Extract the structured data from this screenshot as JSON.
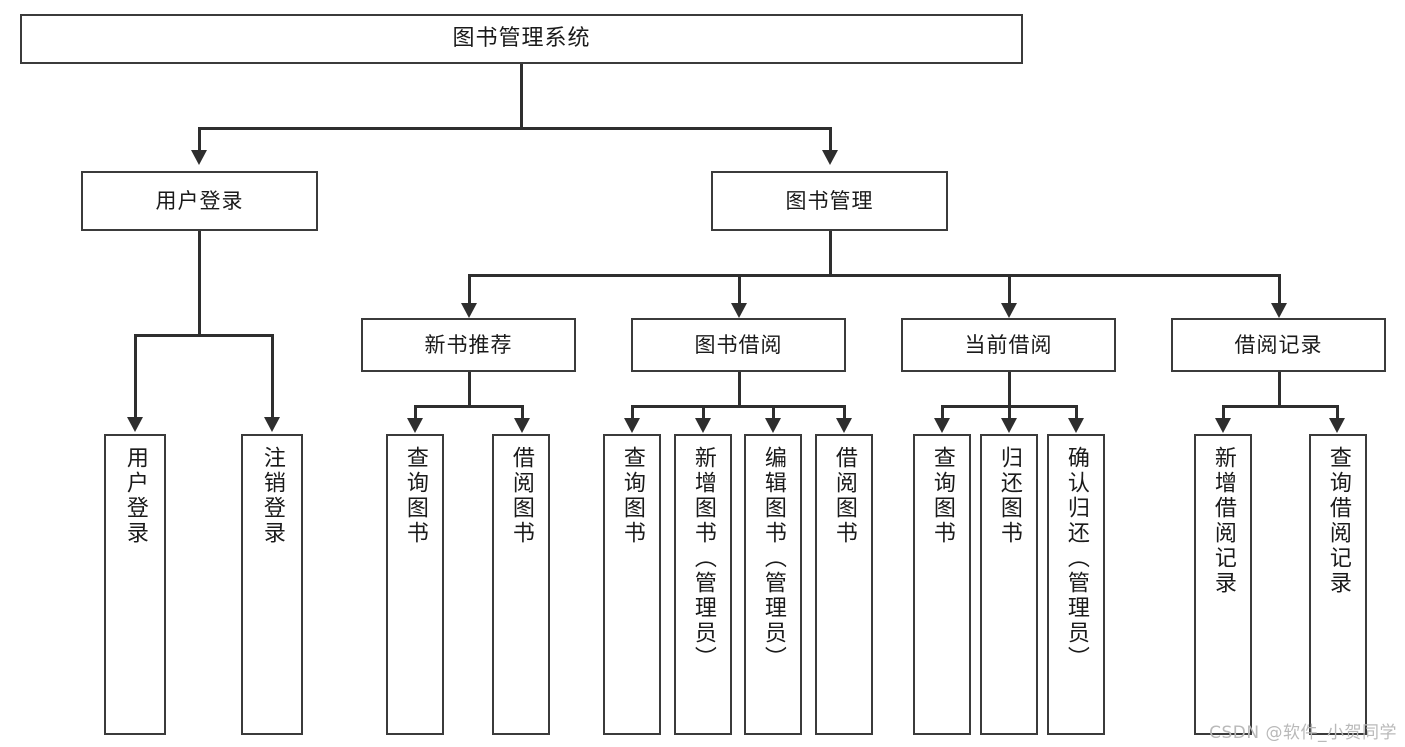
{
  "diagram": {
    "type": "tree",
    "title": "图书管理系统",
    "orientation": "top-down",
    "colors": {
      "background": "#ffffff",
      "box_border": "#3b3b3b",
      "connector": "#2e2e2e",
      "text": "#1a1a1a",
      "watermark": "#b9b9b9"
    }
  },
  "root": {
    "label": "图书管理系统"
  },
  "level2": [
    {
      "id": "user-login",
      "label": "用户登录"
    },
    {
      "id": "book-management",
      "label": "图书管理"
    }
  ],
  "level3": [
    {
      "id": "new-book-recommend",
      "label": "新书推荐",
      "parent": "book-management"
    },
    {
      "id": "book-borrow",
      "label": "图书借阅",
      "parent": "book-management"
    },
    {
      "id": "current-borrow",
      "label": "当前借阅",
      "parent": "book-management"
    },
    {
      "id": "borrow-record",
      "label": "借阅记录",
      "parent": "book-management"
    }
  ],
  "leaves": {
    "user_login": [
      {
        "id": "leaf-user-login",
        "label": "用户登录"
      },
      {
        "id": "leaf-user-logout",
        "label": "注销登录"
      }
    ],
    "new_book_recommend": [
      {
        "id": "leaf-query-book-1",
        "label": "查询图书"
      },
      {
        "id": "leaf-borrow-book-1",
        "label": "借阅图书"
      }
    ],
    "book_borrow": [
      {
        "id": "leaf-query-book-2",
        "label": "查询图书"
      },
      {
        "id": "leaf-add-book",
        "label": "新增图书（管理员）"
      },
      {
        "id": "leaf-edit-book",
        "label": "编辑图书（管理员）"
      },
      {
        "id": "leaf-borrow-book-2",
        "label": "借阅图书"
      }
    ],
    "current_borrow": [
      {
        "id": "leaf-query-book-3",
        "label": "查询图书"
      },
      {
        "id": "leaf-return-book",
        "label": "归还图书"
      },
      {
        "id": "leaf-confirm-return",
        "label": "确认归还（管理员）"
      }
    ],
    "borrow_record": [
      {
        "id": "leaf-add-record",
        "label": "新增借阅记录"
      },
      {
        "id": "leaf-query-record",
        "label": "查询借阅记录"
      }
    ]
  },
  "watermark": {
    "text": "CSDN @软件_小贺同学"
  }
}
